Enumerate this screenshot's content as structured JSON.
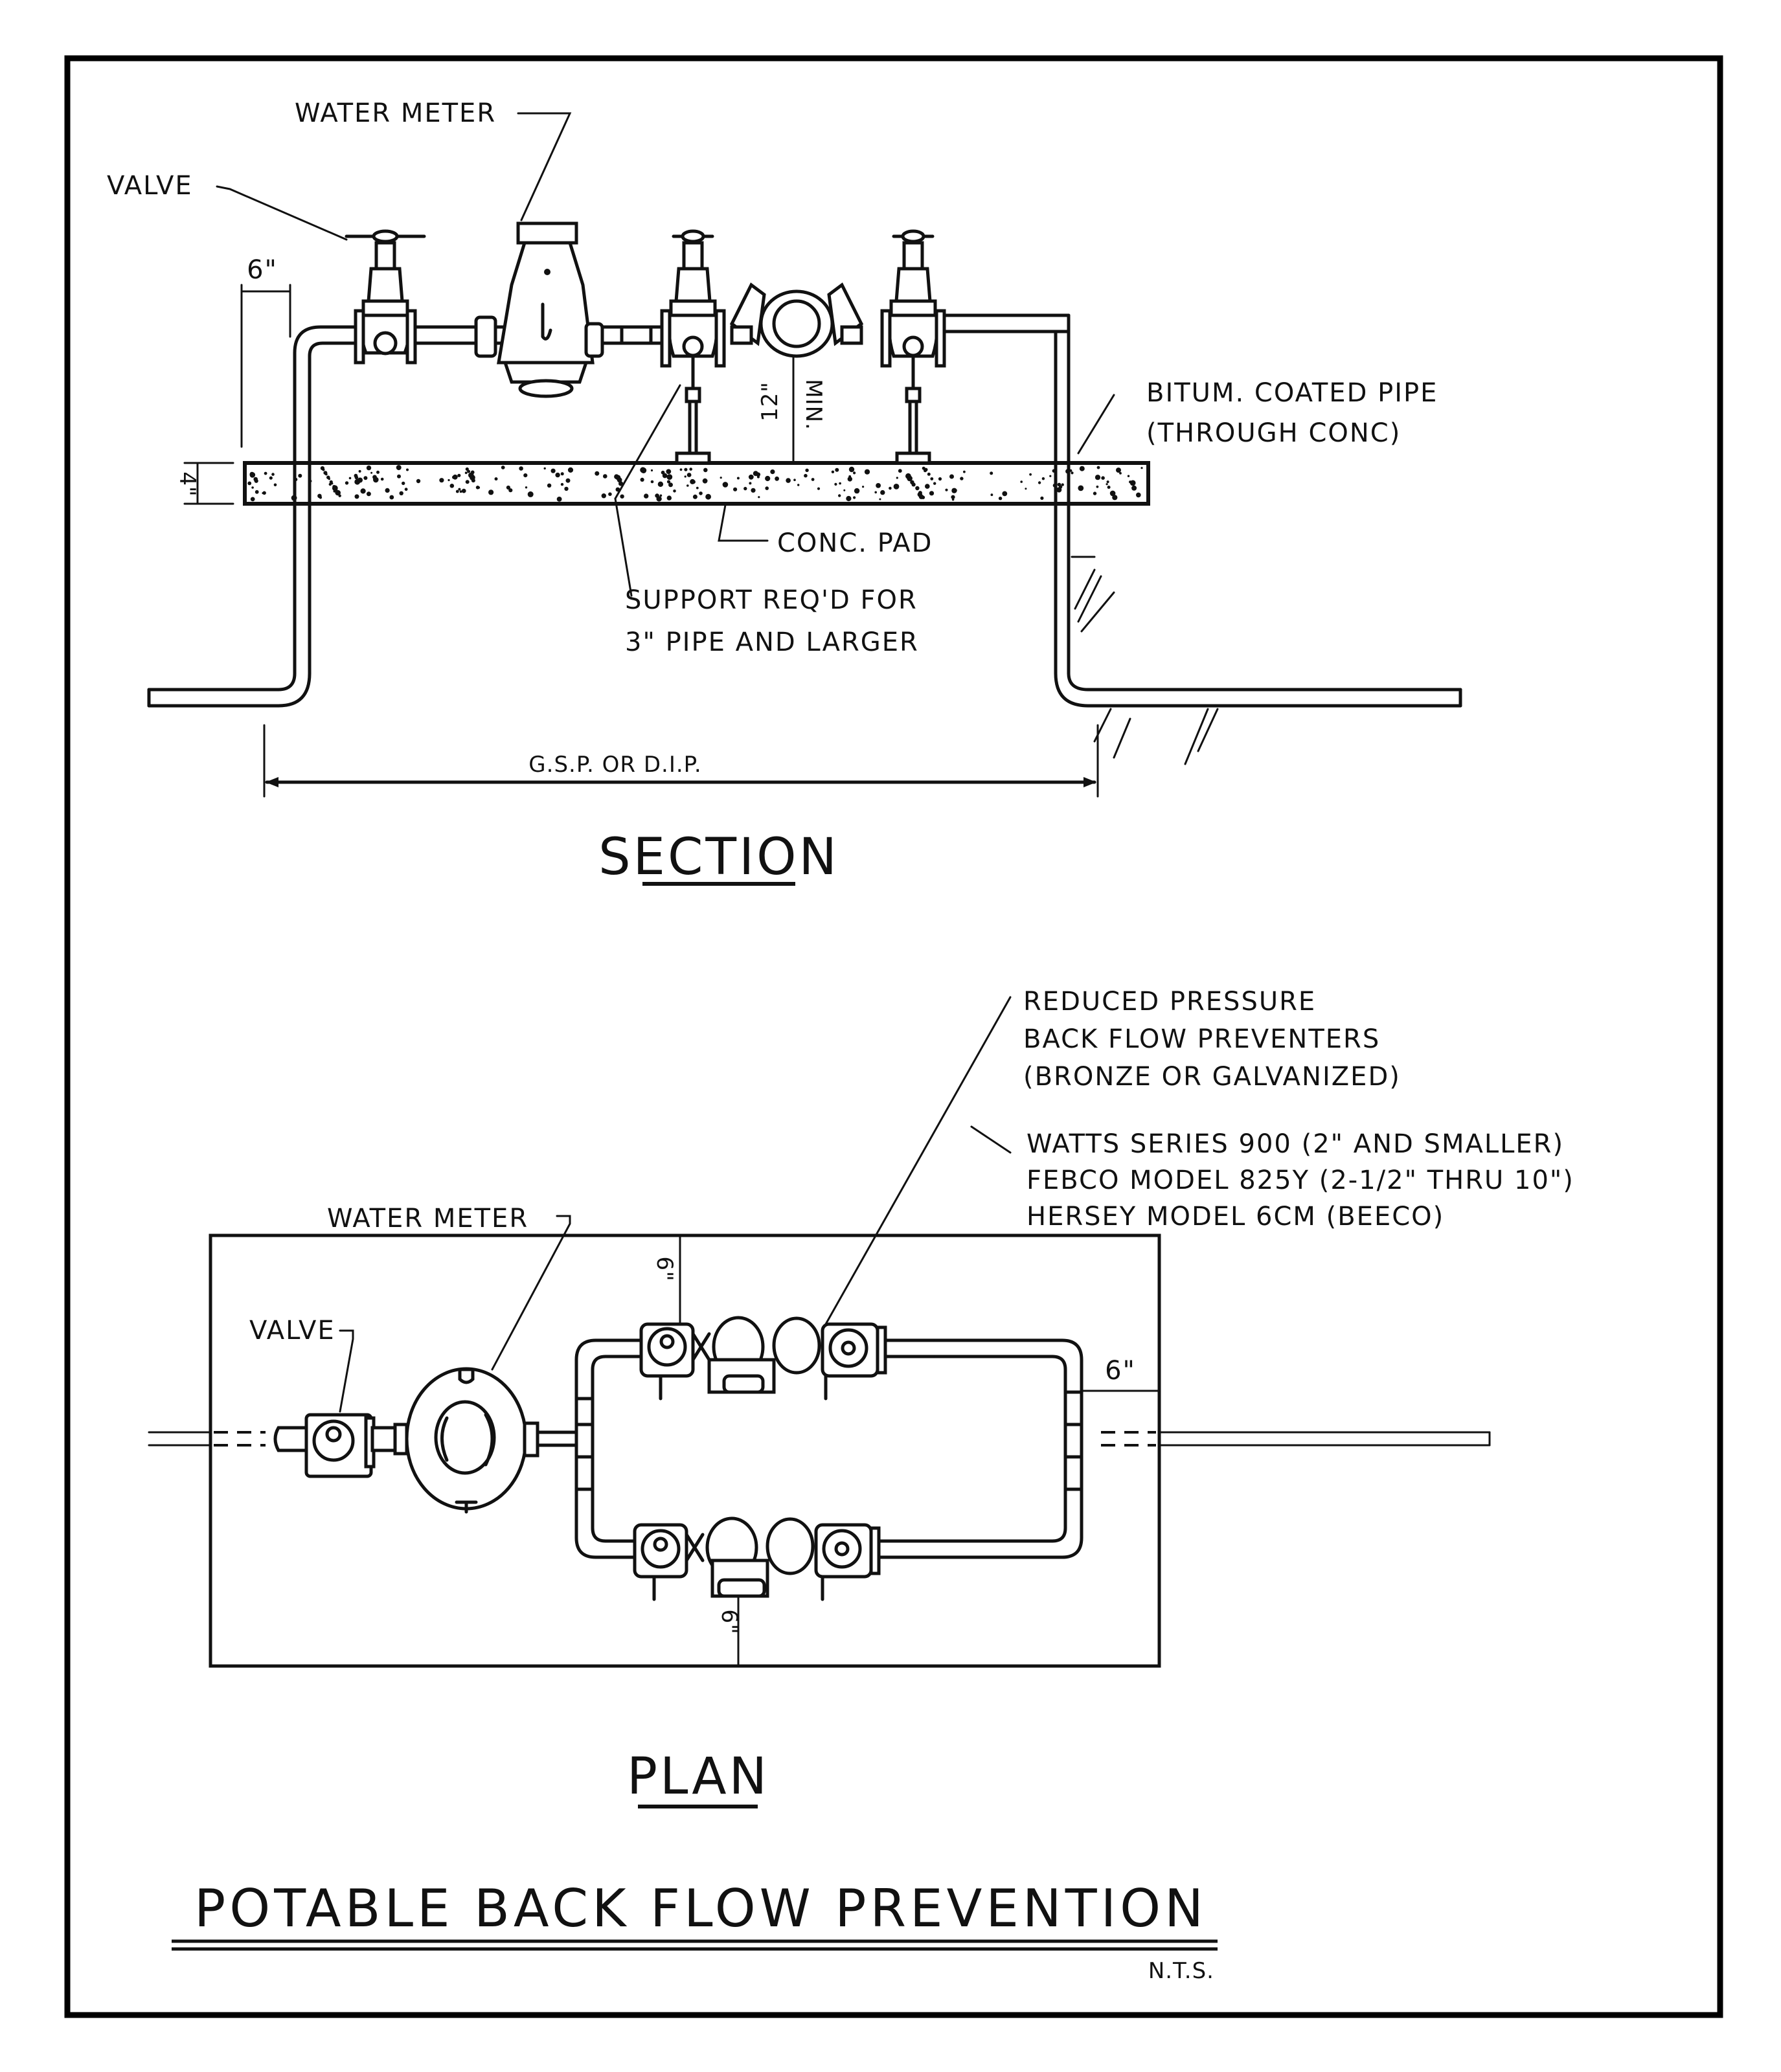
{
  "drawing": {
    "title": "POTABLE BACK FLOW PREVENTION",
    "scale_note": "N.T.S.",
    "section": {
      "heading": "SECTION",
      "labels": {
        "water_meter": "WATER METER",
        "valve": "VALVE",
        "dim_6in": "6\"",
        "dim_4in": "4\"",
        "dim_12in": "12\"",
        "dim_min": "MIN.",
        "bitum_line1": "BITUM. COATED PIPE",
        "bitum_line2": "(THROUGH CONC)",
        "conc_pad": "CONC. PAD",
        "support_line1": "SUPPORT  REQ'D FOR",
        "support_line2": "3\"  PIPE  AND LARGER",
        "pipe_material": "G.S.P.    OR    D.I.P."
      }
    },
    "plan": {
      "heading": "PLAN",
      "labels": {
        "water_meter": "WATER METER",
        "valve": "VALVE",
        "dim_6in_top": "6\"",
        "dim_6in_right": "6\"",
        "dim_6in_bottom": "6\"",
        "rp_line1": "REDUCED PRESSURE",
        "rp_line2": "BACK FLOW PREVENTERS",
        "rp_line3": "(BRONZE  OR  GALVANIZED)",
        "model_line1": "WATTS SERIES 900  (2\" AND SMALLER)",
        "model_line2": "FEBCO MODEL  825Y  (2-1/2\" THRU 10\")",
        "model_line3": "HERSEY MODEL  6CM  (BEECO)"
      }
    }
  }
}
